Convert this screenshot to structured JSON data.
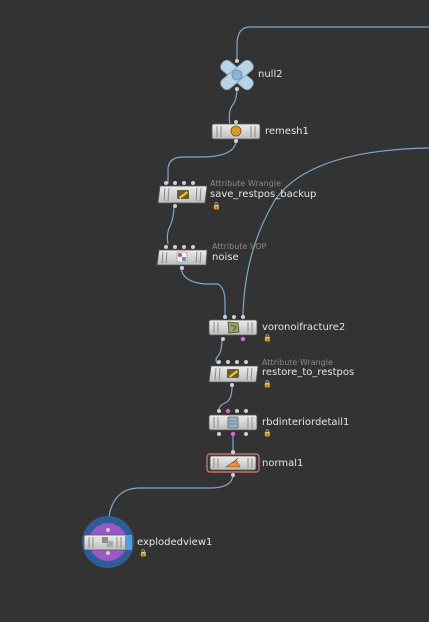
{
  "network": {
    "nodes": [
      {
        "id": "null2",
        "label": "null2",
        "type_label": "",
        "icon": "null-cross-icon",
        "locked": false
      },
      {
        "id": "remesh1",
        "label": "remesh1",
        "type_label": "",
        "icon": "remesh-icon",
        "locked": false
      },
      {
        "id": "save_restpos_backup",
        "label": "save_restpos_backup",
        "type_label": "Attribute Wrangle",
        "icon": "wrangle-icon",
        "locked": true
      },
      {
        "id": "noise",
        "label": "noise",
        "type_label": "Attribute VOP",
        "icon": "vop-icon",
        "locked": false
      },
      {
        "id": "voronoifracture2",
        "label": "voronoifracture2",
        "type_label": "",
        "icon": "voronoi-icon",
        "locked": true
      },
      {
        "id": "restore_to_restpos",
        "label": "restore_to_restpos",
        "type_label": "Attribute Wrangle",
        "icon": "wrangle-icon",
        "locked": true
      },
      {
        "id": "rbdinteriordetail1",
        "label": "rbdinteriordetail1",
        "type_label": "",
        "icon": "rbd-icon",
        "locked": true
      },
      {
        "id": "normal1",
        "label": "normal1",
        "type_label": "",
        "icon": "normal-icon",
        "locked": false
      },
      {
        "id": "explodedview1",
        "label": "explodedview1",
        "type_label": "",
        "icon": "explodedview-icon",
        "locked": true
      }
    ],
    "colors": {
      "background": "#333333",
      "wire": "#7fa8cc",
      "node_body": "#dcdcdc",
      "selected_outline": "#c87070",
      "display_flag": "#4aa0e0",
      "ring": "#2e5d9a",
      "ring_inner": "#9b59c6"
    }
  }
}
